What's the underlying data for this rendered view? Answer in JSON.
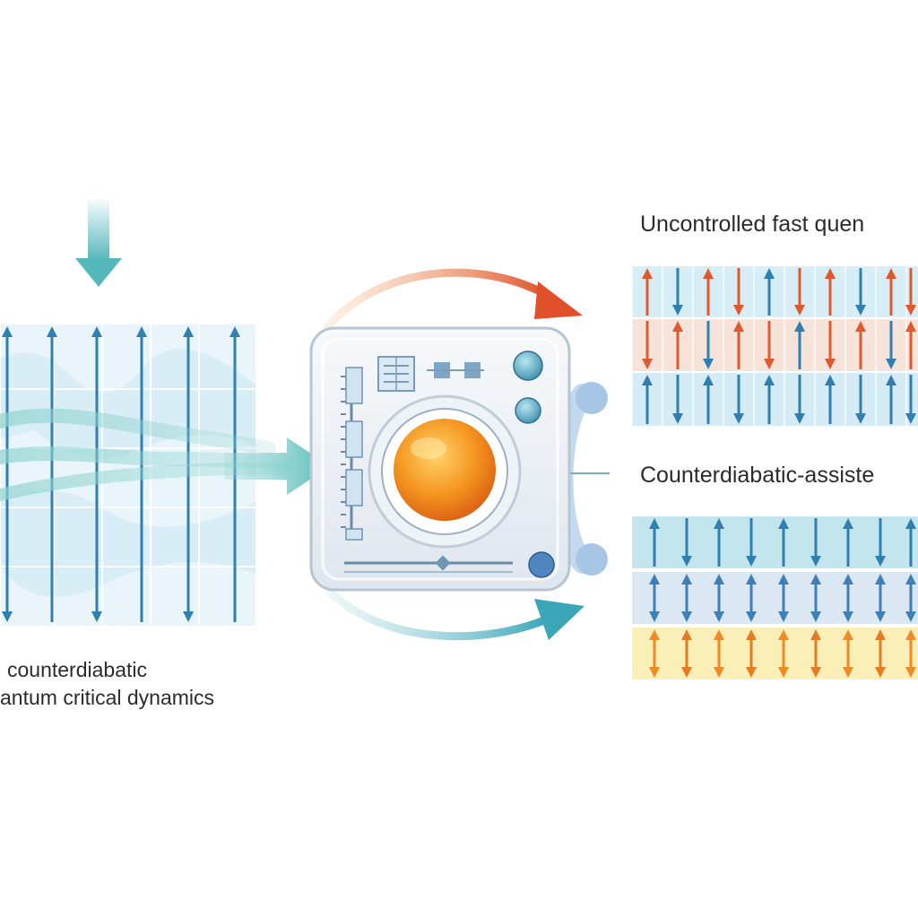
{
  "labels": {
    "left_caption_line1": "counterdiabatic",
    "left_caption_line2": "antum critical dynamics",
    "uncontrolled_title": "Uncontrolled  fast quen",
    "counterdiabatic_title": "Counterdiabatic-assiste"
  },
  "colors": {
    "teal": "#55b8bc",
    "spin_blue": "#2f7fb0",
    "spin_red": "#e0582e",
    "spin_orange": "#f08a24",
    "panel_blue_light": "#d7eef6",
    "panel_yellow": "#fbefb8",
    "device_body": "#eef2f6",
    "sphere": "#f07f1e"
  },
  "icons": {
    "input_arrow": "down-arrow-icon",
    "device": "quantum-control-device-icon",
    "top_flow": "curved-arrow-orange-icon",
    "bottom_flow": "curved-arrow-teal-icon",
    "bridge": "flow-arrow-icon"
  }
}
